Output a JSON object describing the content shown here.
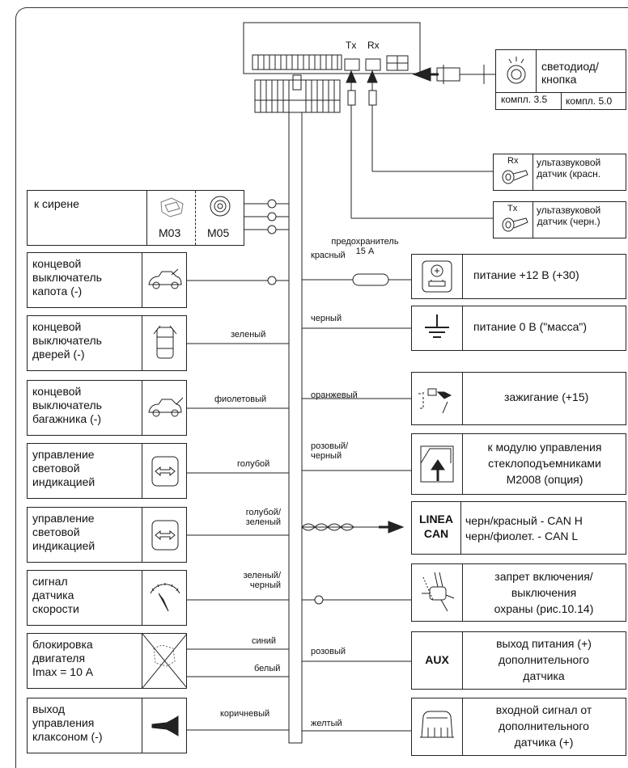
{
  "top": {
    "tx": "Tx",
    "rx": "Rx",
    "led_label": "светодиод/\nкнопка",
    "kit1": "компл. 3.5",
    "kit2": "компл. 5.0",
    "us_red_tag": "Rx",
    "us_red": "ультазвуковой\nдатчик (красн.",
    "us_black_tag": "Tx",
    "us_black": "ультазвуковой\nдатчик (черн.)",
    "fuse": "предохранитель\n15 А"
  },
  "left": [
    {
      "label": "к сирене",
      "m1": "M03",
      "m2": "M05"
    },
    {
      "label": "концевой\nвыключатель\nкапота (-)"
    },
    {
      "label": "концевой\nвыключатель\nдверей (-)",
      "wire": "зеленый"
    },
    {
      "label": "концевой\nвыключатель\nбагажника (-)",
      "wire": "фиолетовый"
    },
    {
      "label": "управление\nсветовой\nиндикацией",
      "wire": "голубой"
    },
    {
      "label": "управление\nсветовой\nиндикацией",
      "wire": "голубой/\nзеленый"
    },
    {
      "label": "сигнал\nдатчика\nскорости",
      "wire": "зеленый/\nчерный"
    },
    {
      "label": "блокировка\nдвигателя\nImax = 10 А",
      "wire": "синий",
      "wire2": "белый"
    },
    {
      "label": "выход\nуправления\nклаксоном (-)",
      "wire": "коричневый"
    }
  ],
  "right": [
    {
      "wire": "красный",
      "label": "питание +12 В (+30)"
    },
    {
      "wire": "черный",
      "label": "питание 0 В (\"масса\")"
    },
    {
      "wire": "оранжевый",
      "label": "зажигание (+15)"
    },
    {
      "wire": "розовый/\nчерный",
      "label": "к модулю управления\nстеклоподъемниками\nM2008 (опция)"
    },
    {
      "icon": "LINEA\nCAN",
      "label": "черн/красный - CAN H\nчерн/фиолет. - CAN L"
    },
    {
      "label": "запрет включения/\nвыключения\nохраны (рис.10.14)"
    },
    {
      "wire": "розовый",
      "icon": "AUX",
      "label": "выход питания (+)\nдополнительного\nдатчика"
    },
    {
      "wire": "желтый",
      "label": "входной сигнал от\nдополнительного\nдатчика (+)"
    }
  ]
}
